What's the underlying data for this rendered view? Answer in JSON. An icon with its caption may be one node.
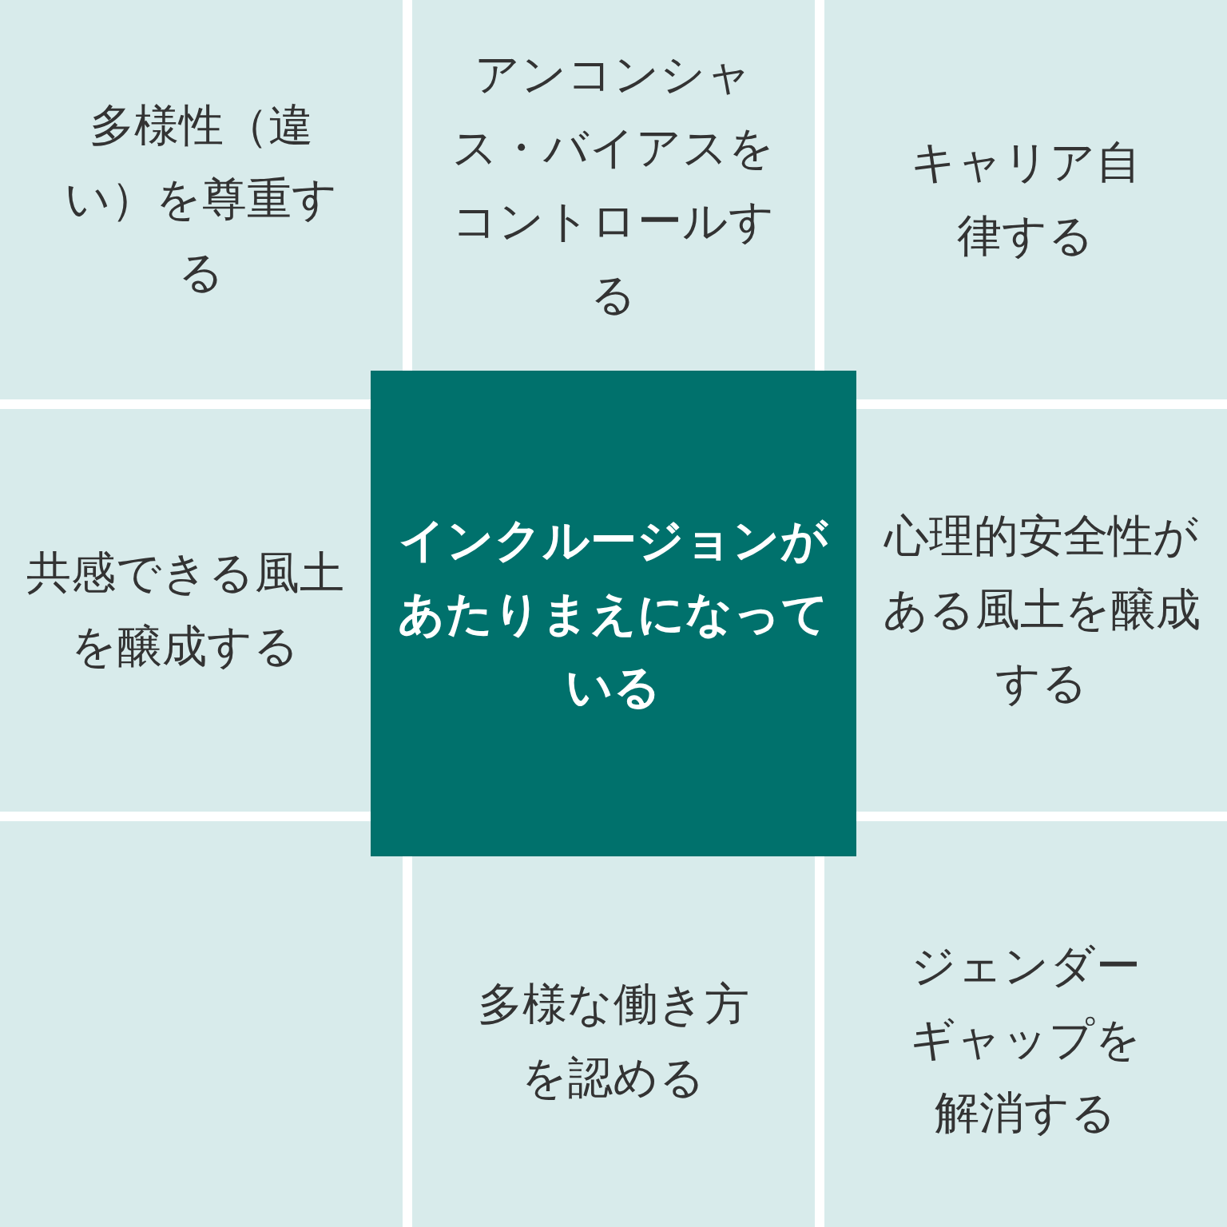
{
  "diagram": {
    "nodes": [
      {
        "text": [
          "多様性（違い）を尊重する"
        ]
      },
      {
        "text": [
          "アンコンシャス・バイアスをコントロールする"
        ]
      },
      {
        "text": [
          "キャリア自律する"
        ]
      },
      {
        "text": [
          "共感できる風土を醸成する"
        ]
      },
      {
        "text": [
          "インクルージョンがあたりまえになっている"
        ]
      },
      {
        "text": [
          "心理的安全性がある風土を醸成する"
        ]
      },
      {
        "text": [],
        "shape": "box"
      },
      {
        "text": [
          "多様な働き方を認める"
        ]
      },
      {
        "text": [
          "ジェンダーギャップを解消する"
        ]
      }
    ]
  }
}
